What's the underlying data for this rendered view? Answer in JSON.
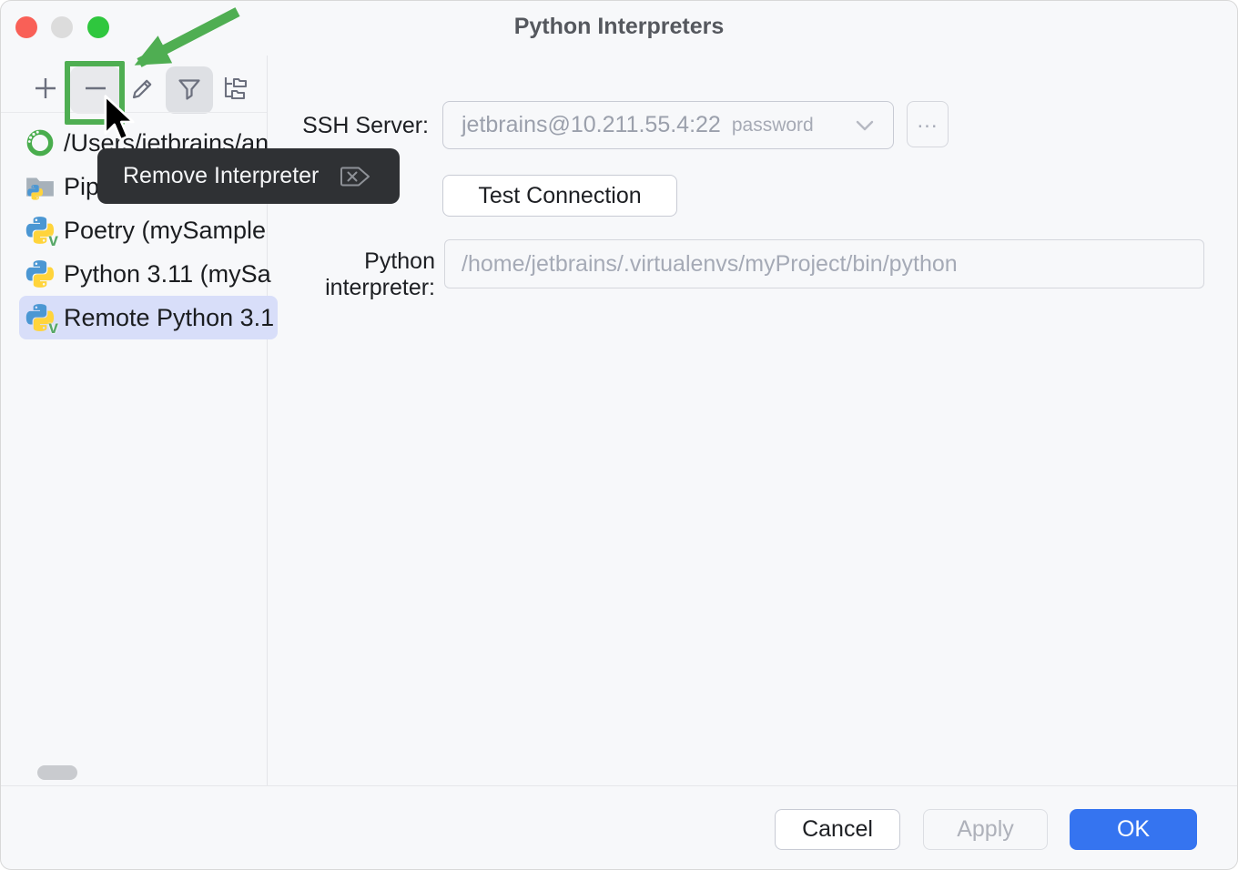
{
  "colors": {
    "accent": "#3574F0",
    "annotation-green": "#4FAE52",
    "selection-bg": "#D8DEF9",
    "tooltip-bg": "#2F3134",
    "window-bg": "#F7F8FA"
  },
  "window": {
    "title": "Python Interpreters"
  },
  "toolbar": {
    "buttons": [
      "add-interpreter",
      "remove-interpreter",
      "edit-interpreter",
      "filter",
      "show-interpreter-paths"
    ]
  },
  "tooltip": {
    "label": "Remove Interpreter",
    "icon": "delete-key-icon"
  },
  "interpreters": {
    "items": [
      {
        "icon": "conda",
        "label": "/Users/jetbrains/an"
      },
      {
        "icon": "pipenv",
        "label": "Pip"
      },
      {
        "icon": "python-venv",
        "label": "Poetry (mySample"
      },
      {
        "icon": "python",
        "label": "Python 3.11 (mySa"
      },
      {
        "icon": "python-venv",
        "label": "Remote Python 3.1",
        "selected": true
      }
    ]
  },
  "form": {
    "ssh_label": "SSH Server:",
    "ssh_value": "jetbrains@10.211.55.4:22",
    "ssh_auth": "password",
    "browse_label": "...",
    "test_connection": "Test Connection",
    "interpreter_label": "Python interpreter:",
    "interpreter_value": "/home/jetbrains/.virtualenvs/myProject/bin/python"
  },
  "footer": {
    "cancel": "Cancel",
    "apply": "Apply",
    "ok": "OK"
  }
}
